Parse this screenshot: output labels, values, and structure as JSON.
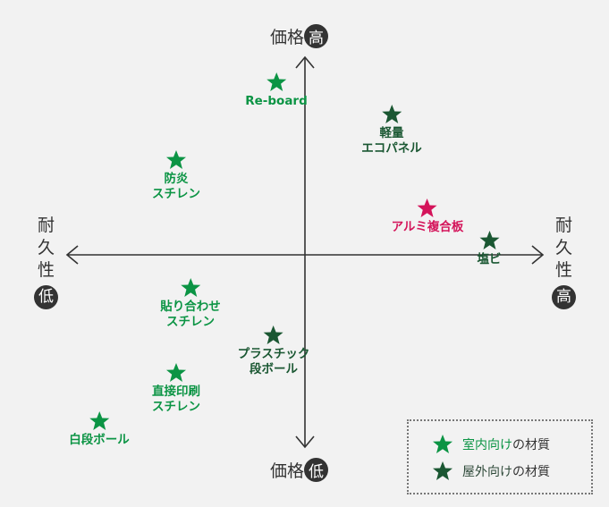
{
  "axes": {
    "top": {
      "text": "価格",
      "badge": "高"
    },
    "bottom": {
      "text": "価格",
      "badge": "低"
    },
    "left": {
      "text": [
        "耐",
        "久",
        "性"
      ],
      "badge": "低"
    },
    "right": {
      "text": [
        "耐",
        "久",
        "性"
      ],
      "badge": "高"
    }
  },
  "colors": {
    "indoor": "#0b9444",
    "outdoor": "#1a5732",
    "highlight": "#d4145a",
    "axis": "#333333"
  },
  "items": [
    {
      "lines": [
        "Re-board"
      ],
      "type": "indoor"
    },
    {
      "lines": [
        "軽量",
        "エコパネル"
      ],
      "type": "outdoor"
    },
    {
      "lines": [
        "防炎",
        "スチレン"
      ],
      "type": "indoor"
    },
    {
      "lines": [
        "アルミ複合板"
      ],
      "type": "highlight"
    },
    {
      "lines": [
        "塩ビ"
      ],
      "type": "outdoor"
    },
    {
      "lines": [
        "貼り合わせ",
        "スチレン"
      ],
      "type": "indoor"
    },
    {
      "lines": [
        "プラスチック",
        "段ボール"
      ],
      "type": "outdoor"
    },
    {
      "lines": [
        "直接印刷",
        "スチレン"
      ],
      "type": "indoor"
    },
    {
      "lines": [
        "白段ボール"
      ],
      "type": "indoor"
    }
  ],
  "legend": {
    "indoor": {
      "colored": "室内向け",
      "rest": "の材質"
    },
    "outdoor": {
      "colored": "屋外向け",
      "rest": "の材質"
    }
  }
}
